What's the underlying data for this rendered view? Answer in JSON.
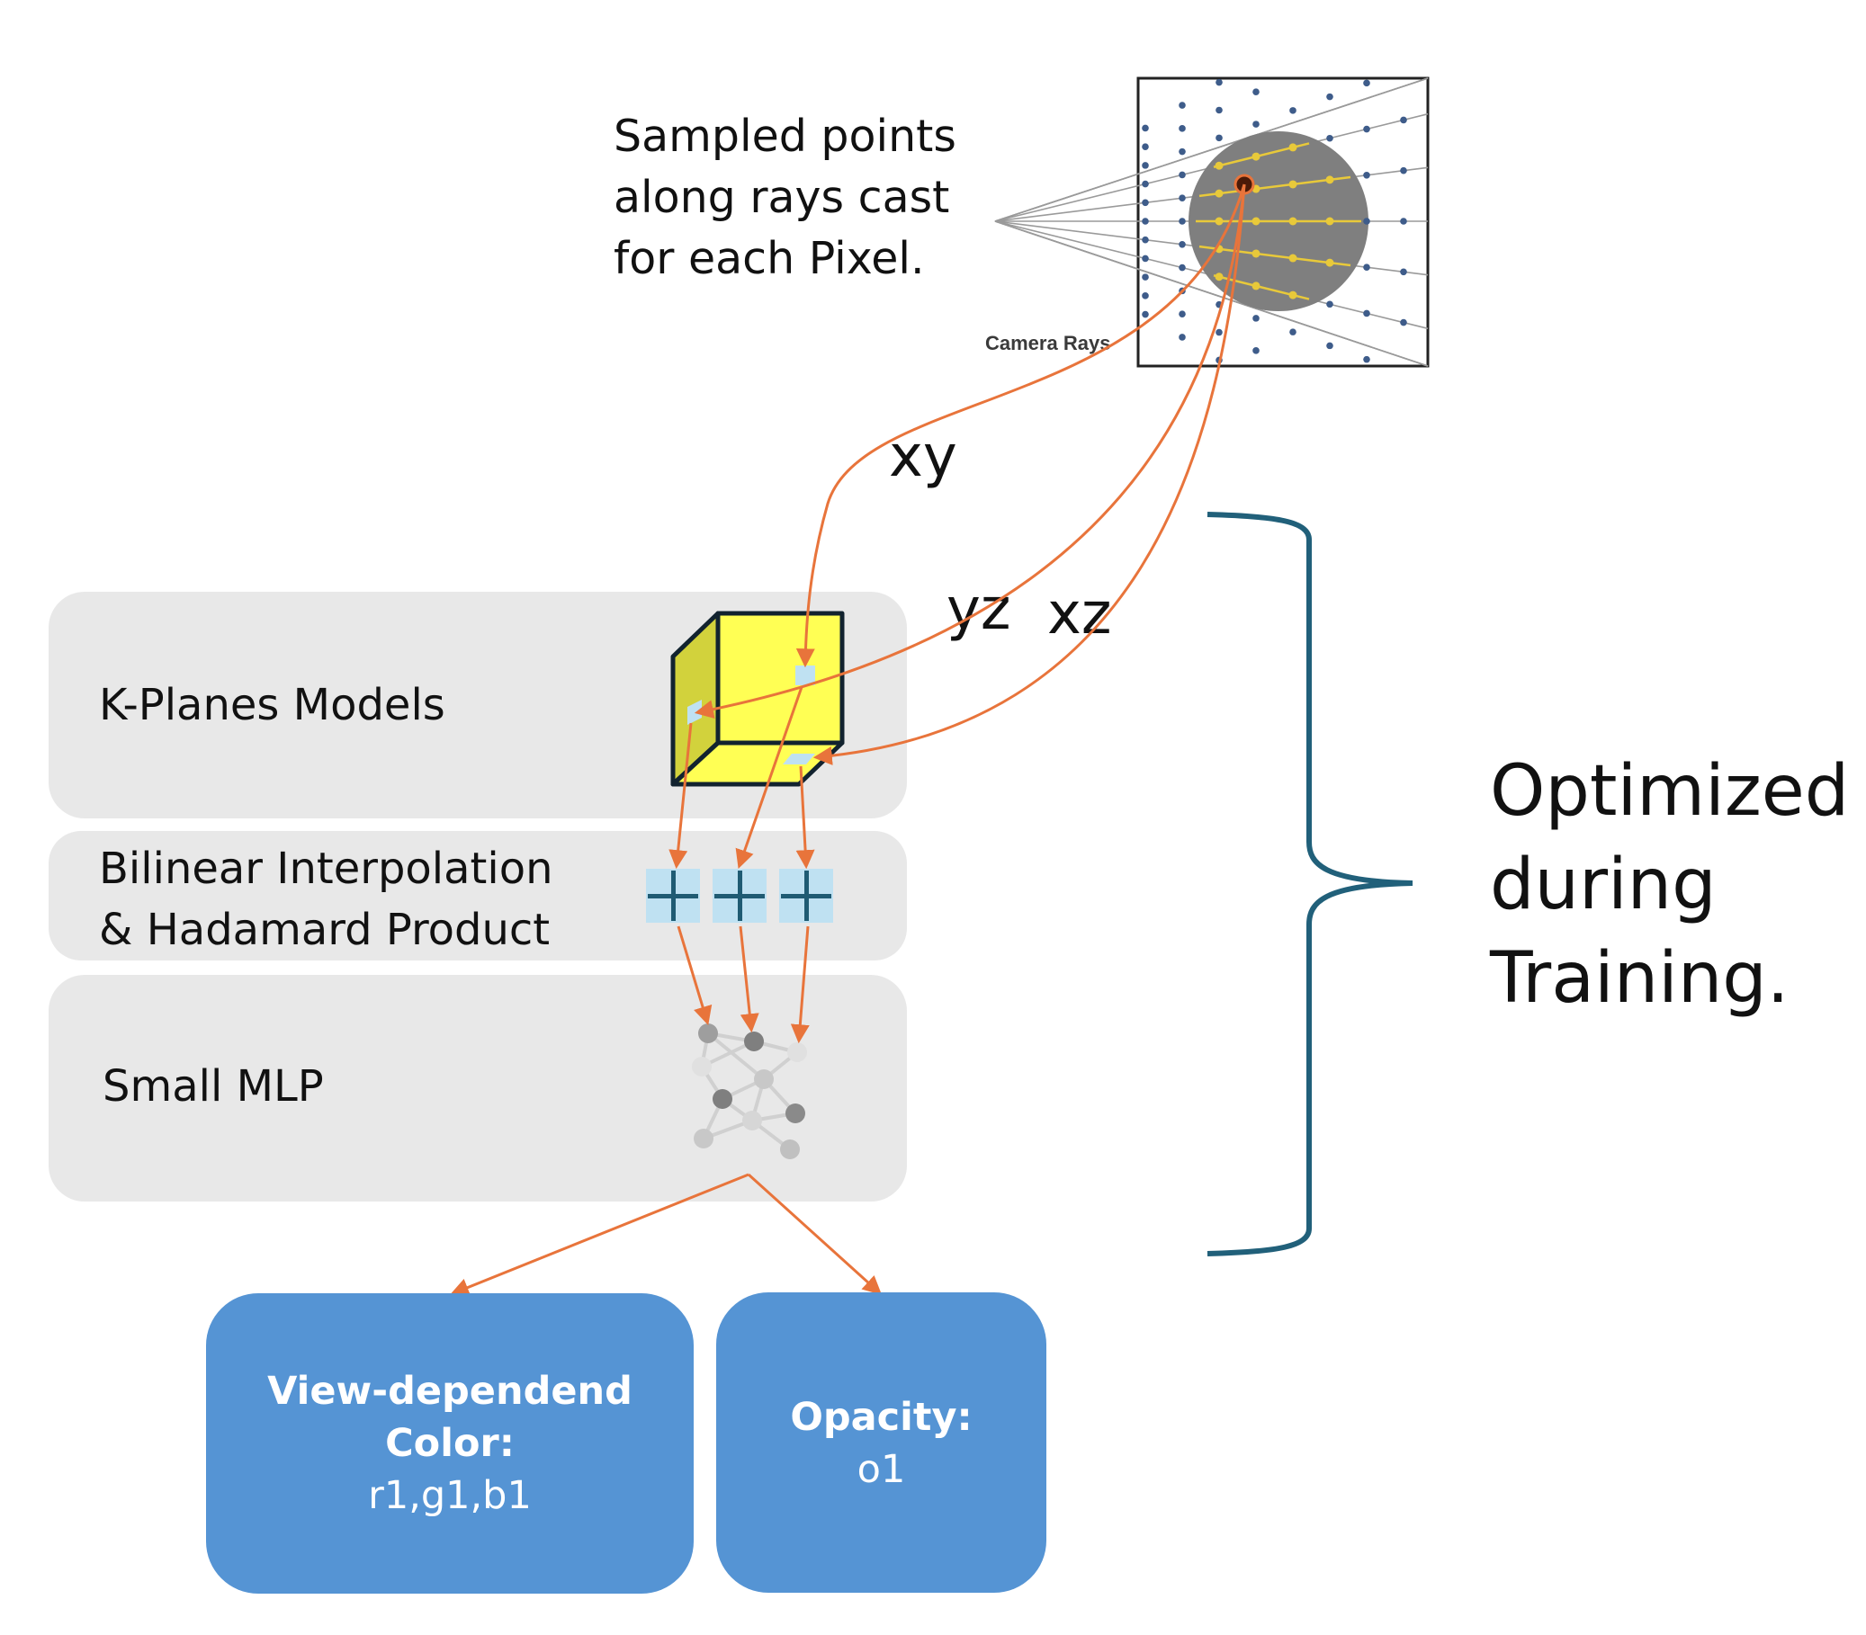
{
  "rays": {
    "caption_lines": [
      "Sampled points",
      "along rays cast",
      "for each Pixel."
    ],
    "camera_label": "Camera Rays"
  },
  "planes": {
    "xy": "xy",
    "yz": "yz",
    "xz": "xz"
  },
  "layers": [
    {
      "label_lines": [
        "K-Planes Models"
      ]
    },
    {
      "label_lines": [
        "Bilinear Interpolation",
        "& Hadamard Product"
      ]
    },
    {
      "label_lines": [
        "Small MLP"
      ]
    }
  ],
  "outputs": [
    {
      "title_lines": [
        "View-dependend",
        "Color:"
      ],
      "value": "r1,g1,b1"
    },
    {
      "title_lines": [
        "Opacity:"
      ],
      "value": "o1"
    }
  ],
  "brace_label_lines": [
    "Optimized",
    "during",
    "Training."
  ],
  "colors": {
    "arrow": "#e8743b",
    "brace": "#21607a",
    "panel": "#e8e8e8",
    "output_box": "#5594d4",
    "cube_face": "#ffff54",
    "cube_side": "#d2d23c",
    "plus_bg": "#bfe1f2",
    "plus_sign": "#1f5b73",
    "sphere": "#7f7f7f",
    "sample_point": "#e8c93a",
    "ray_point": "#3e5c8a"
  }
}
